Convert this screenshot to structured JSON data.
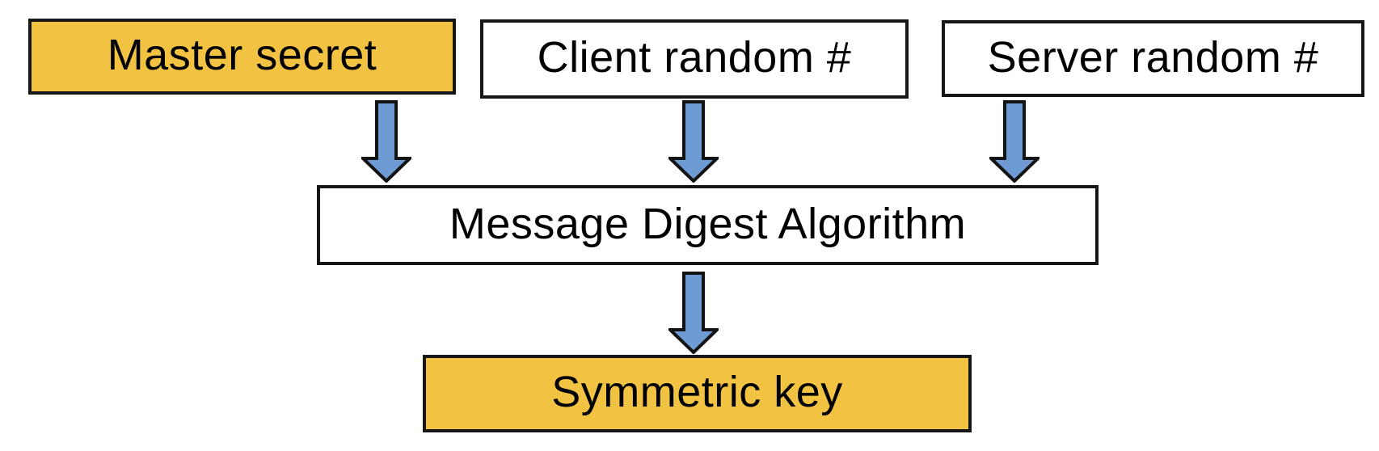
{
  "diagram": {
    "background": "#FFFFFF",
    "colors": {
      "highlight_fill": "#F2C243",
      "plain_fill": "#FFFFFF",
      "box_border": "#161616",
      "text_color": "#000000",
      "arrow_fill": "#6E9BD3",
      "arrow_outline": "#131313"
    },
    "nodes": [
      {
        "id": "master-secret",
        "label": "Master secret",
        "fill": "#F2C243",
        "highlighted": true
      },
      {
        "id": "client-random",
        "label": "Client random #",
        "fill": "#FFFFFF",
        "highlighted": false
      },
      {
        "id": "server-random",
        "label": "Server random #",
        "fill": "#FFFFFF",
        "highlighted": false
      },
      {
        "id": "message-digest-algorithm",
        "label": "Message Digest Algorithm",
        "fill": "#FFFFFF",
        "highlighted": false
      },
      {
        "id": "symmetric-key",
        "label": "Symmetric key",
        "fill": "#F2C243",
        "highlighted": true
      }
    ],
    "edges": [
      {
        "from": "master-secret",
        "to": "message-digest-algorithm",
        "direction": "down"
      },
      {
        "from": "client-random",
        "to": "message-digest-algorithm",
        "direction": "down"
      },
      {
        "from": "server-random",
        "to": "message-digest-algorithm",
        "direction": "down"
      },
      {
        "from": "message-digest-algorithm",
        "to": "symmetric-key",
        "direction": "down"
      }
    ]
  }
}
